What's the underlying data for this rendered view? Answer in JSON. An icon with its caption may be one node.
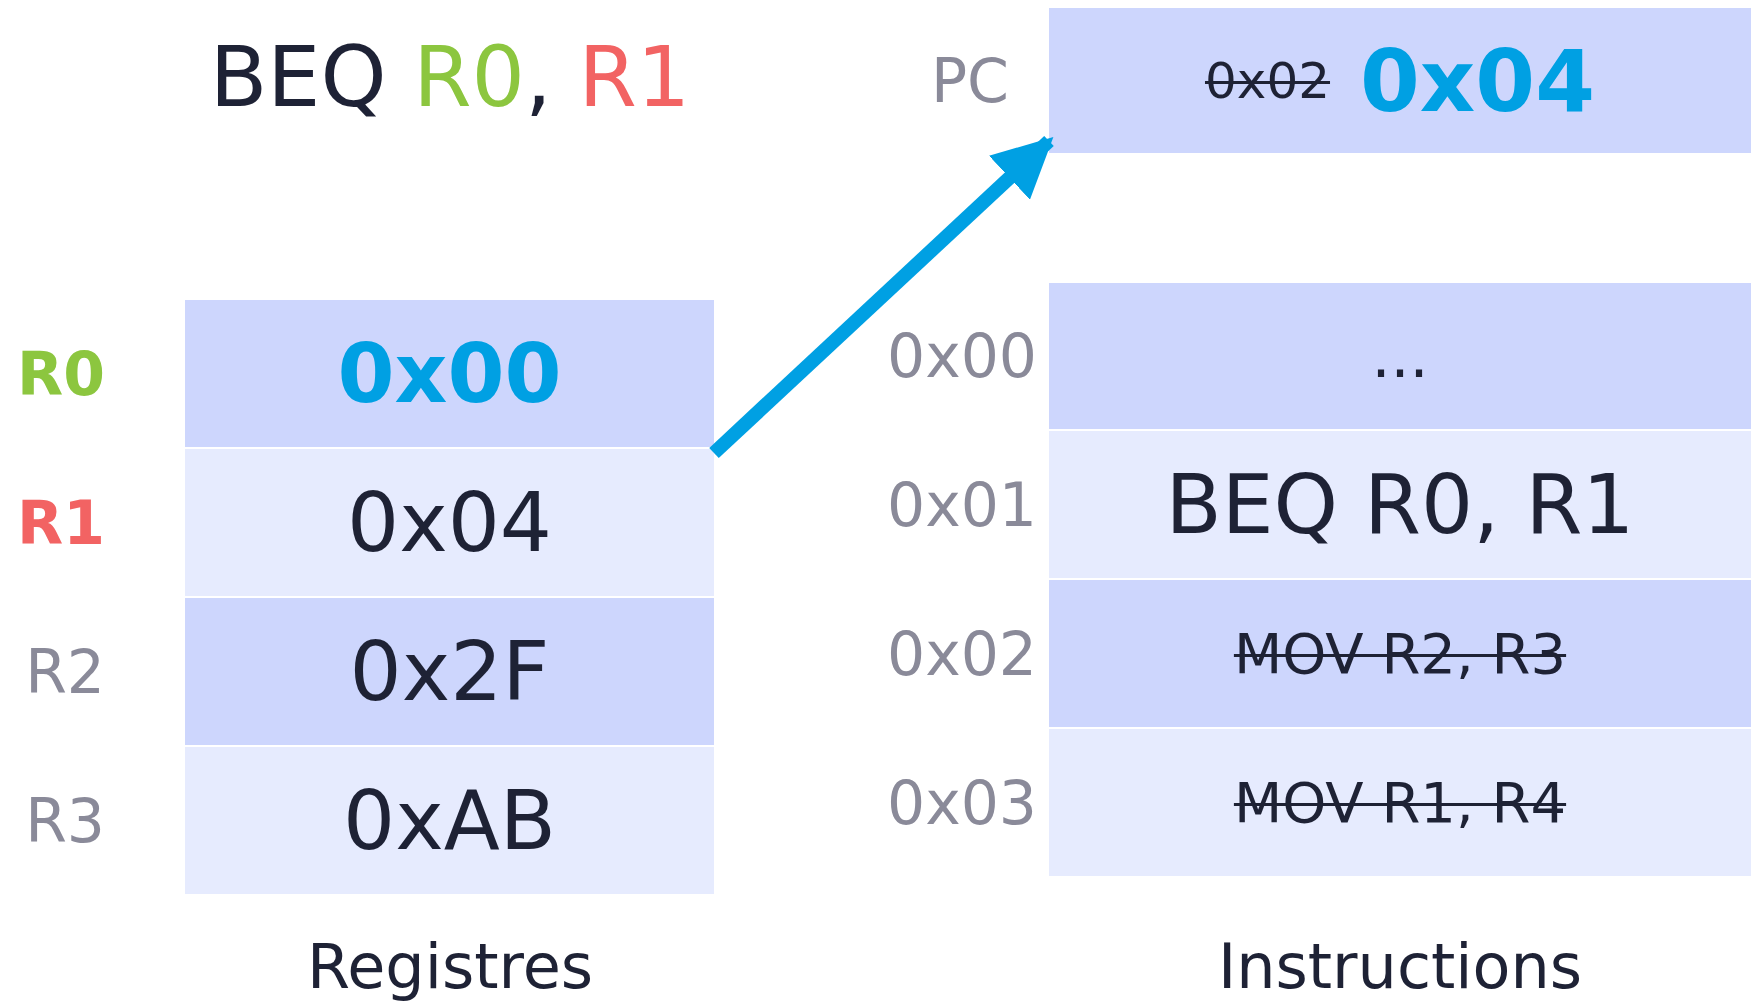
{
  "diagram": {
    "title": "BEQ R0, R1",
    "nodes": [
      {
        "text": [
          "0x00"
        ],
        "beside": [
          "R0"
        ]
      },
      {
        "text": [
          "0x04"
        ],
        "beside": [
          "R1"
        ]
      },
      {
        "text": [
          "0x2F"
        ],
        "beside": [
          "R2"
        ]
      },
      {
        "text": [
          "0xAB"
        ],
        "beside": [
          "R3"
        ]
      },
      {
        "text": [
          "0x02",
          "0x04"
        ],
        "beside": [
          "PC"
        ]
      },
      {
        "text": [
          "..."
        ],
        "beside": [
          "0x00"
        ]
      },
      {
        "text": [
          "BEQ R0, R1"
        ],
        "beside": [
          "0x01"
        ]
      },
      {
        "text": [
          "MOV R2, R3"
        ],
        "beside": [
          "0x02"
        ]
      },
      {
        "text": [
          "MOV R1, R4"
        ],
        "beside": [
          "0x03"
        ]
      }
    ],
    "edges": [
      {
        "from": 1,
        "to": 4,
        "arrow": "to",
        "color": "#00a0e3"
      }
    ],
    "labels": [
      "Registres",
      "Instructions"
    ]
  }
}
